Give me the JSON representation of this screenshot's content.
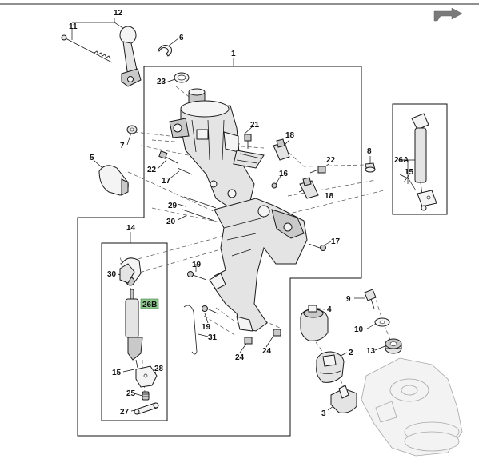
{
  "labels": {
    "l1": "1",
    "l2": "2",
    "l3": "3",
    "l4": "4",
    "l5": "5",
    "l6": "6",
    "l7a": "7",
    "l8": "8",
    "l9": "9",
    "l10": "10",
    "l11": "11",
    "l12": "12",
    "l13": "13",
    "l14": "14",
    "l15a": "15",
    "l15b": "15",
    "l16": "16",
    "l17a": "17",
    "l17b": "17",
    "l18a": "18",
    "l18b": "18",
    "l19a": "19",
    "l19b": "19",
    "l20": "20",
    "l21": "21",
    "l22a": "22",
    "l22b": "22",
    "l23": "23",
    "l24a": "24",
    "l24b": "24",
    "l25": "25",
    "l26a": "26A",
    "l26b": "26B",
    "l27": "27",
    "l28": "28",
    "l29": "29",
    "l30": "30",
    "l31": "31"
  },
  "colors": {
    "highlight_label_bg": "#8fc98f",
    "nav_arrow": "#7a7a7a"
  },
  "icons": {
    "nav_arrow": "next-page-arrow-icon"
  }
}
